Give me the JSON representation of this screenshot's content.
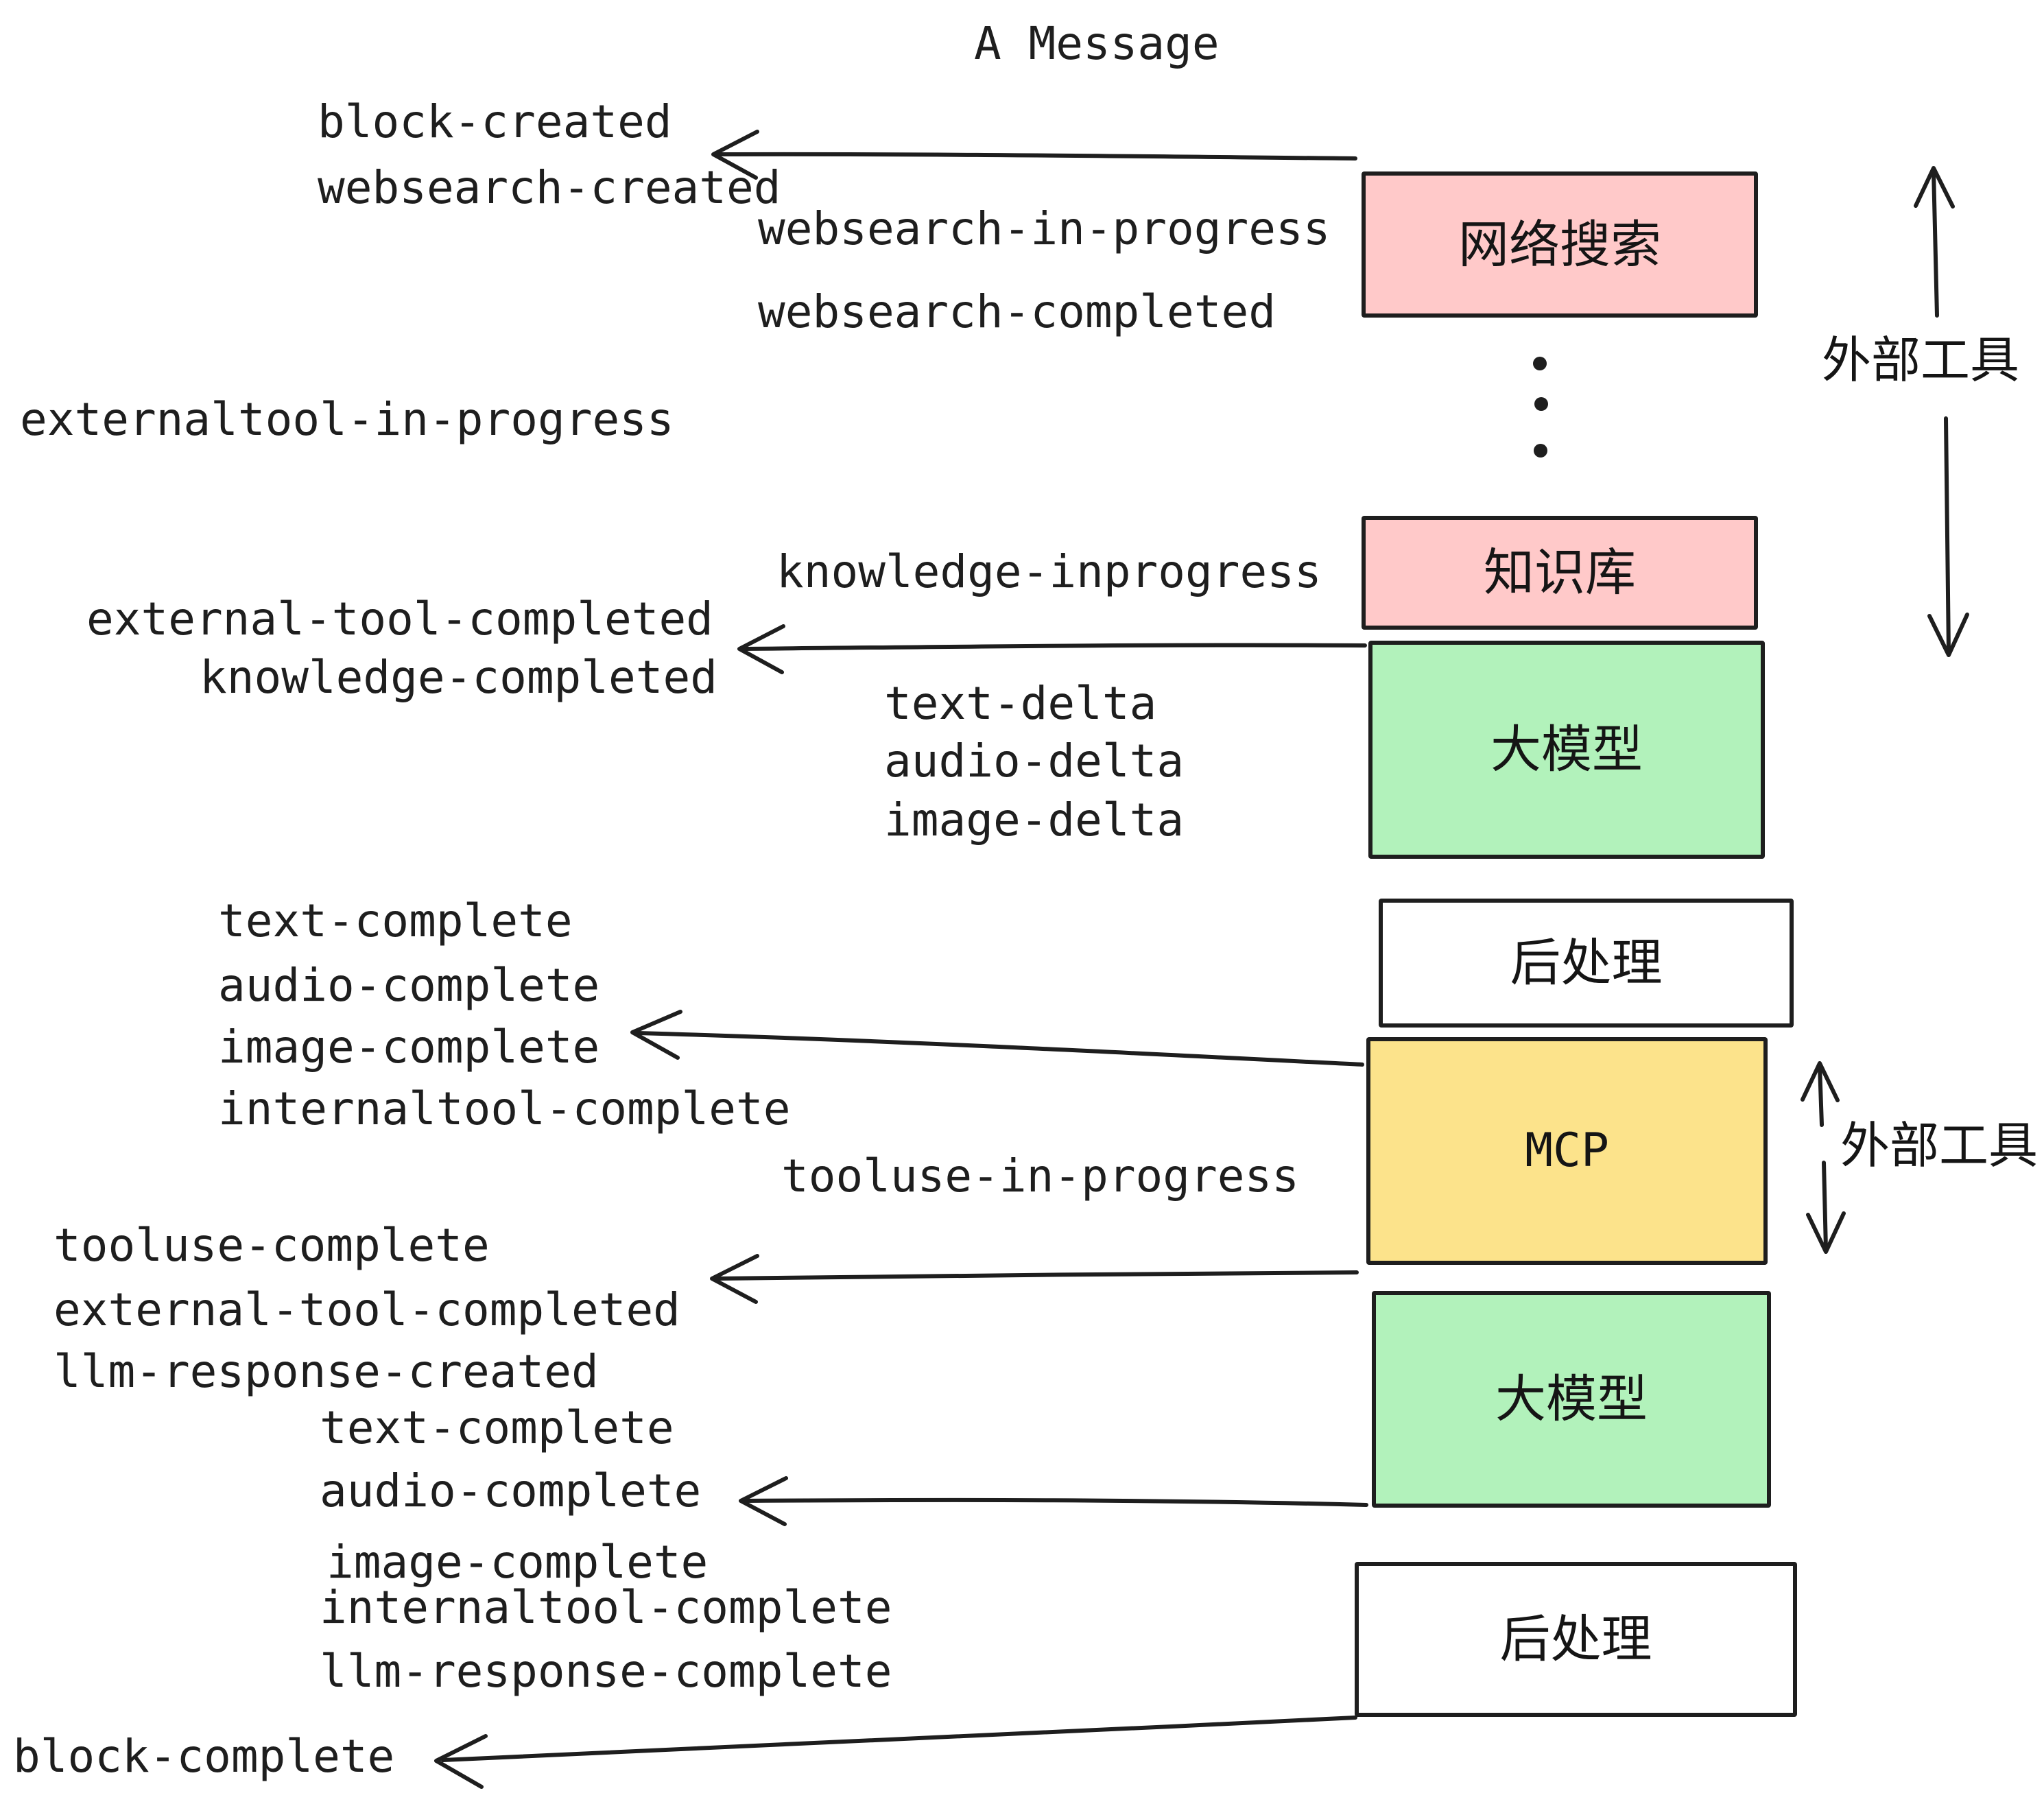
{
  "title": "A Message",
  "colors": {
    "box_pink": "#ffc9c9",
    "box_green": "#b2f2bb",
    "box_yellow": "#fce38b",
    "box_white": "#ffffff",
    "ink": "#1e1e1e"
  },
  "boxes": [
    {
      "id": "websearch",
      "label": "网络搜索"
    },
    {
      "id": "knowledge",
      "label": "知识库"
    },
    {
      "id": "llm-1",
      "label": "大模型"
    },
    {
      "id": "post-1",
      "label": "后处理"
    },
    {
      "id": "mcp",
      "label": "MCP"
    },
    {
      "id": "llm-2",
      "label": "大模型"
    },
    {
      "id": "post-2",
      "label": "后处理"
    }
  ],
  "side_labels": [
    {
      "id": "external-tools-top",
      "text": "外部工具"
    },
    {
      "id": "external-tools-mcp",
      "text": "外部工具"
    }
  ],
  "events": [
    {
      "text": "block-created"
    },
    {
      "text": "websearch-created"
    },
    {
      "text": "websearch-in-progress"
    },
    {
      "text": "websearch-completed"
    },
    {
      "text": "externaltool-in-progress"
    },
    {
      "text": "knowledge-inprogress"
    },
    {
      "text": "external-tool-completed"
    },
    {
      "text": "knowledge-completed"
    },
    {
      "text": "text-delta"
    },
    {
      "text": "audio-delta"
    },
    {
      "text": "image-delta"
    },
    {
      "text": "text-complete"
    },
    {
      "text": "audio-complete"
    },
    {
      "text": "image-complete"
    },
    {
      "text": "internaltool-complete"
    },
    {
      "text": "tooluse-in-progress"
    },
    {
      "text": "tooluse-complete"
    },
    {
      "text": "external-tool-completed"
    },
    {
      "text": "llm-response-created"
    },
    {
      "text": "text-complete"
    },
    {
      "text": "audio-complete"
    },
    {
      "text": "image-complete"
    },
    {
      "text": "internaltool-complete"
    },
    {
      "text": "llm-response-complete"
    },
    {
      "text": "block-complete"
    }
  ]
}
